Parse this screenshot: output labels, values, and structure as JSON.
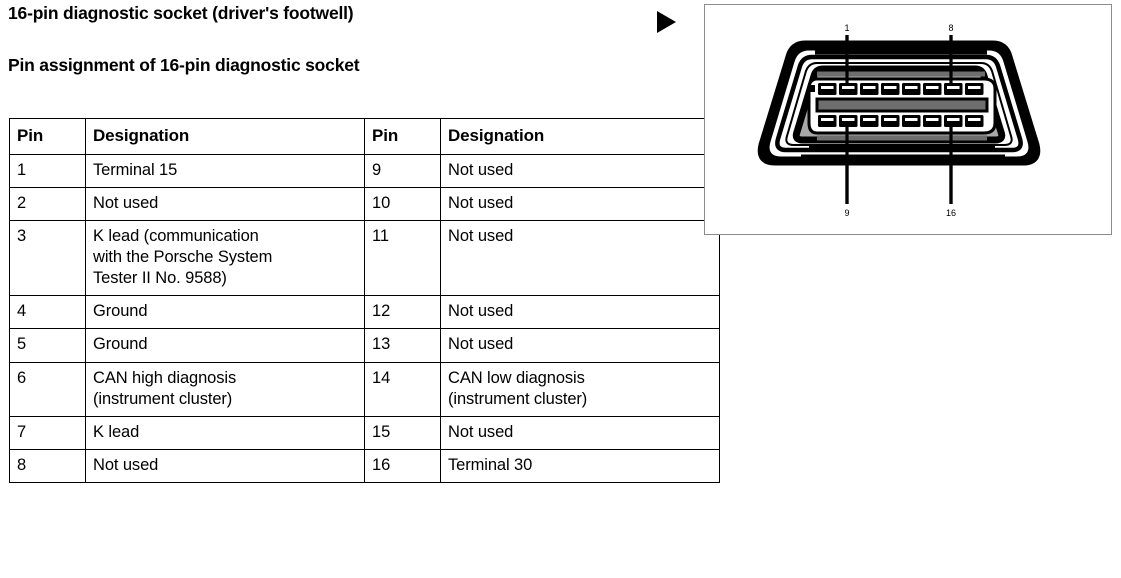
{
  "headings": {
    "primary": "16-pin diagnostic socket (driver's footwell)",
    "secondary": "Pin assignment of 16-pin diagnostic socket"
  },
  "table": {
    "headers": [
      "Pin",
      "Designation",
      "Pin",
      "Designation"
    ],
    "rows": [
      {
        "pin_left": "1",
        "designation_left": "Terminal 15",
        "pin_right": "9",
        "designation_right": "Not used"
      },
      {
        "pin_left": "2",
        "designation_left": "Not used",
        "pin_right": "10",
        "designation_right": "Not used"
      },
      {
        "pin_left": "3",
        "designation_left": "K lead (communication\nwith the Porsche System\nTester II No. 9588)",
        "pin_right": "11",
        "designation_right": "Not used"
      },
      {
        "pin_left": "4",
        "designation_left": "Ground",
        "pin_right": "12",
        "designation_right": "Not used"
      },
      {
        "pin_left": "5",
        "designation_left": "Ground",
        "pin_right": "13",
        "designation_right": "Not used"
      },
      {
        "pin_left": "6",
        "designation_left": "CAN high diagnosis\n(instrument cluster)",
        "pin_right": "14",
        "designation_right": "CAN low diagnosis\n(instrument cluster)"
      },
      {
        "pin_left": "7",
        "designation_left": "K lead",
        "pin_right": "15",
        "designation_right": "Not used"
      },
      {
        "pin_left": "8",
        "designation_left": "Not used",
        "pin_right": "16",
        "designation_right": "Terminal 30"
      }
    ]
  },
  "figure": {
    "marker_icon": "black-right-triangle-icon",
    "callouts": {
      "top_left": "1",
      "top_right": "8",
      "bottom_left": "9",
      "bottom_right": "16"
    },
    "colors": {
      "outline": "#000000",
      "body_fill": "#a8a8a8",
      "panel_border": "#8c8c8c",
      "background": "#ffffff"
    }
  }
}
